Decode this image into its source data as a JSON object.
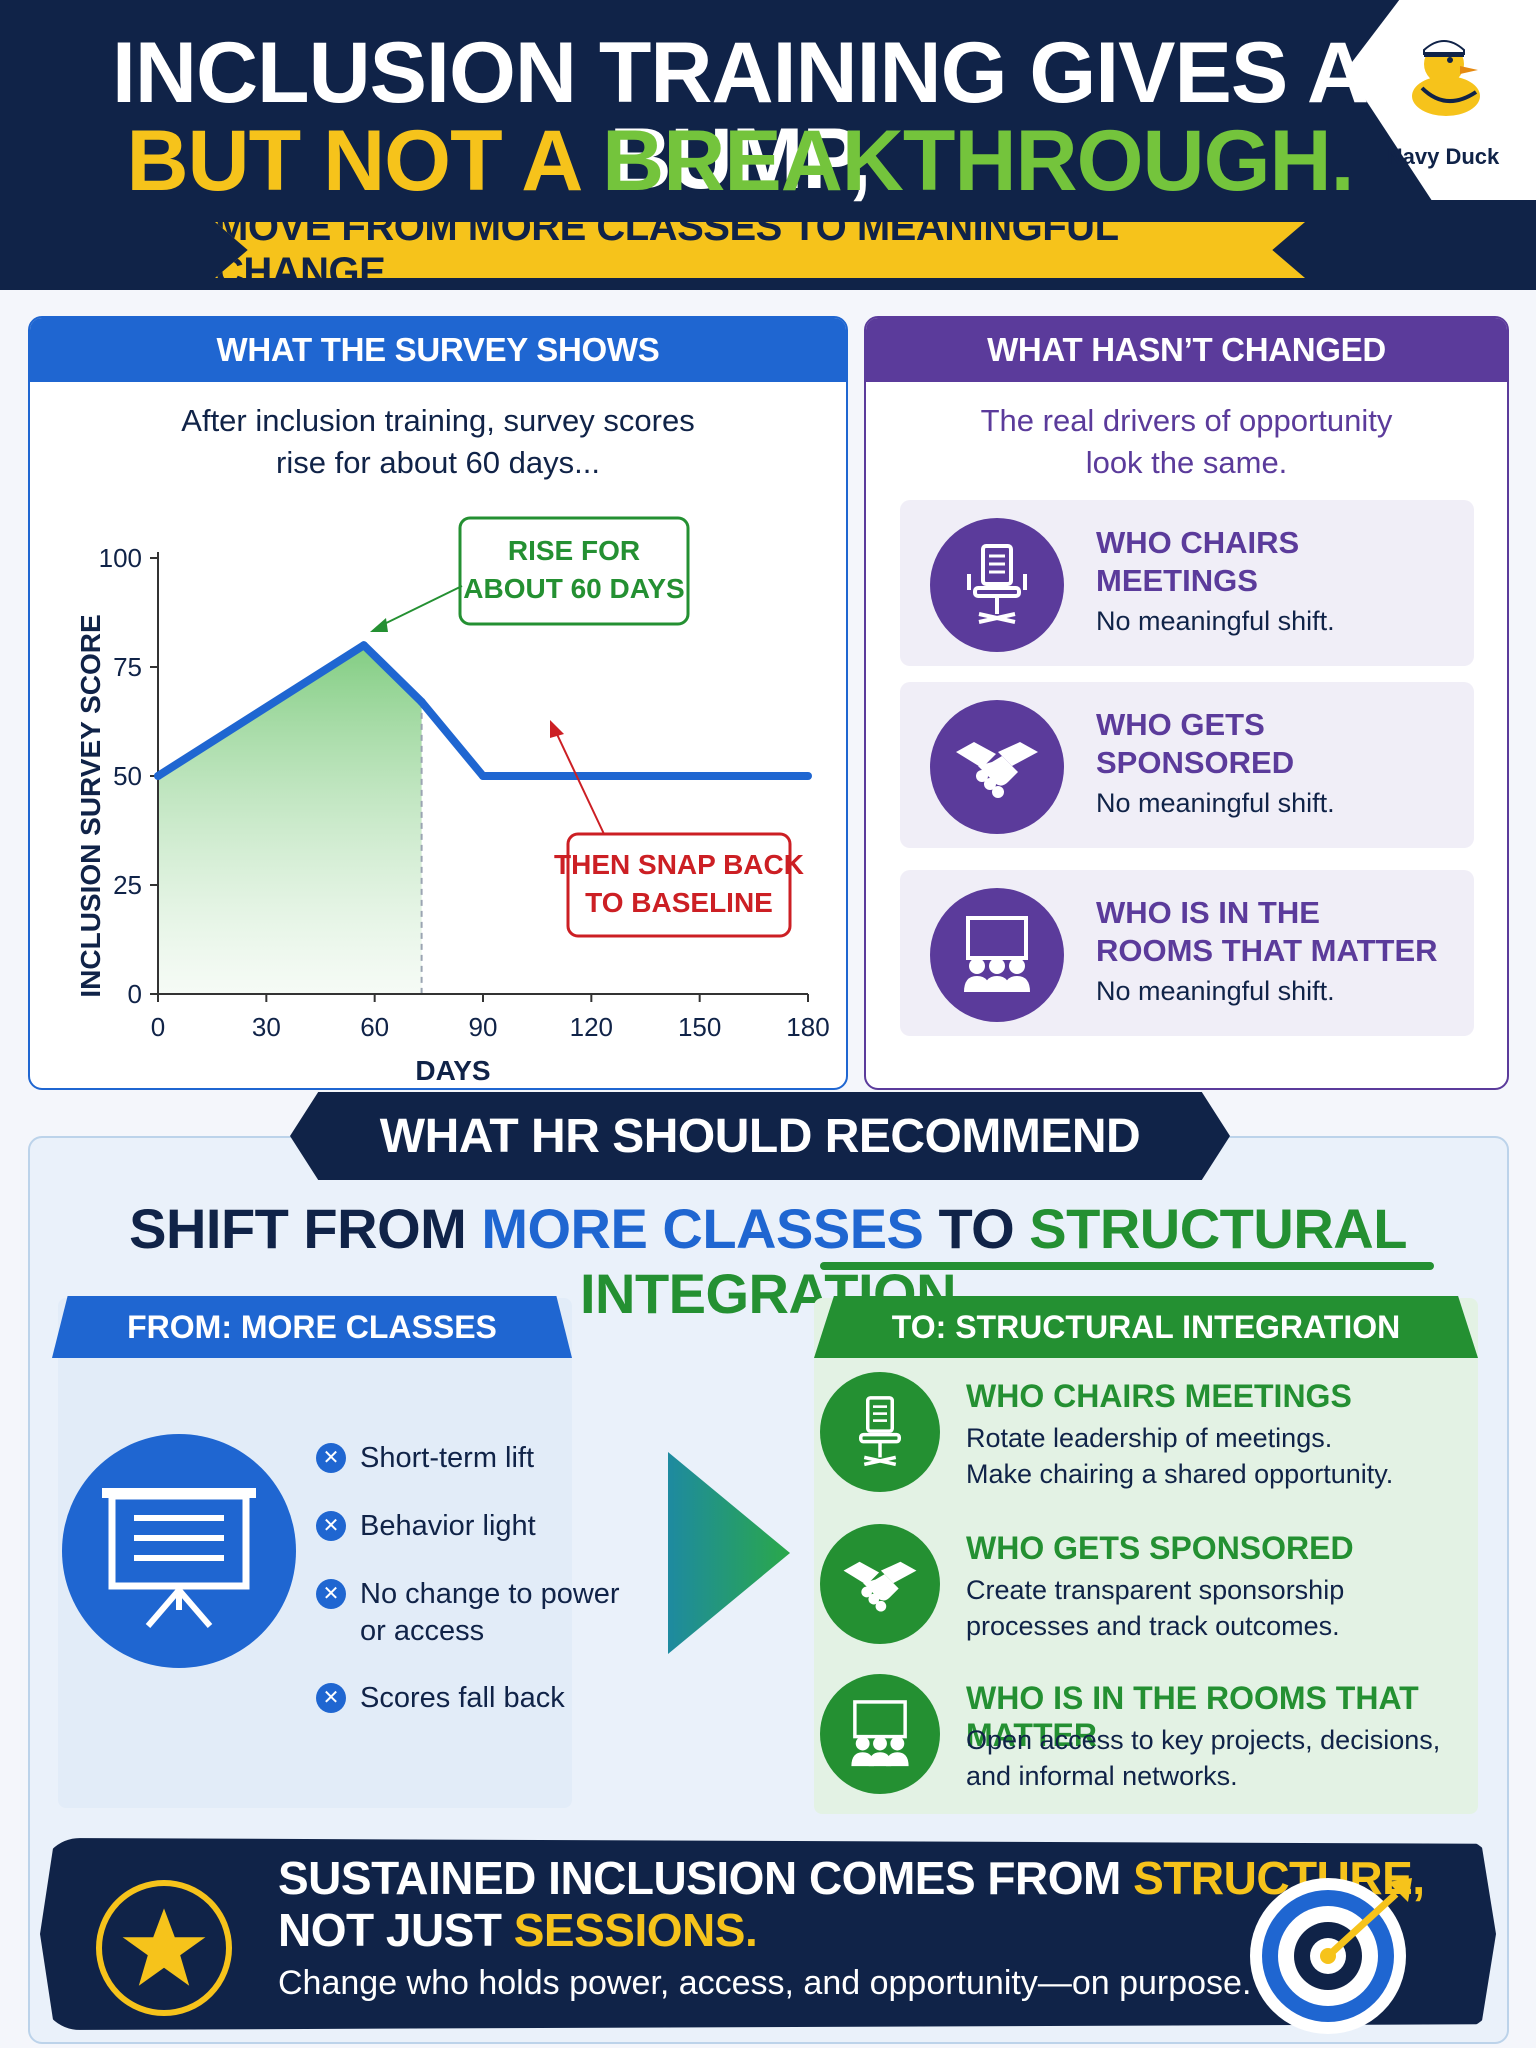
{
  "header": {
    "title_line1": "INCLUSION TRAINING GIVES A BUMP,",
    "title_line2_a": "BUT NOT A ",
    "title_line2_b": "BREAKTHROUGH.",
    "banner": "MOVE FROM MORE CLASSES TO MEANINGFUL CHANGE.",
    "logo_text": "Navy Duck"
  },
  "survey": {
    "heading": "WHAT THE SURVEY SHOWS",
    "subtitle_line1": "After inclusion training, survey scores",
    "subtitle_line2": "rise for about 60 days...",
    "callout_rise_1": "RISE FOR",
    "callout_rise_2": "ABOUT 60 DAYS",
    "callout_snap_1": "THEN SNAP BACK",
    "callout_snap_2": "TO BASELINE"
  },
  "chart_data": {
    "type": "line",
    "x": [
      0,
      57,
      73,
      90,
      180
    ],
    "y": [
      50,
      80,
      67,
      50,
      50
    ],
    "xlabel": "DAYS",
    "ylabel": "INCLUSION SURVEY SCORE",
    "xlim": [
      0,
      180
    ],
    "ylim": [
      0,
      100
    ],
    "x_ticks": [
      "0",
      "30",
      "60",
      "90",
      "120",
      "150",
      "180"
    ],
    "y_ticks": [
      "0",
      "25",
      "50",
      "75",
      "100"
    ],
    "grid": false,
    "shaded_range": [
      0,
      73
    ],
    "line_color": "#1f66d1",
    "fill_color": "#7cc97c"
  },
  "unchanged": {
    "heading": "WHAT HASN’T CHANGED",
    "subtitle_line1": "The real drivers of opportunity",
    "subtitle_line2": "look the same.",
    "items": [
      {
        "title_1": "WHO CHAIRS",
        "title_2": "MEETINGS",
        "status": "No meaningful shift.",
        "icon": "chair-icon"
      },
      {
        "title_1": "WHO GETS",
        "title_2": "SPONSORED",
        "status": "No meaningful shift.",
        "icon": "handshake-icon"
      },
      {
        "title_1": "WHO IS IN THE",
        "title_2": "ROOMS THAT MATTER",
        "status": "No meaningful shift.",
        "icon": "meeting-room-icon"
      }
    ]
  },
  "recommend": {
    "tab": "WHAT HR SHOULD RECOMMEND",
    "shift_a": "SHIFT FROM ",
    "shift_b": "MORE CLASSES",
    "shift_c": " TO ",
    "shift_d": "STRUCTURAL INTEGRATION",
    "from_heading": "FROM: MORE CLASSES",
    "from_items": [
      "Short-term lift",
      "Behavior light",
      "No change to power",
      "or access",
      "Scores fall back"
    ],
    "to_heading": "TO: STRUCTURAL INTEGRATION",
    "to_items": [
      {
        "title": "WHO CHAIRS MEETINGS",
        "desc_1": "Rotate leadership of meetings.",
        "desc_2": "Make chairing a shared opportunity.",
        "icon": "chair-icon"
      },
      {
        "title": "WHO GETS SPONSORED",
        "desc_1": "Create transparent sponsorship",
        "desc_2": "processes and track outcomes.",
        "icon": "handshake-icon"
      },
      {
        "title": "WHO IS IN THE ROOMS THAT MATTER",
        "desc_1": "Open access to key projects, decisions,",
        "desc_2": "and informal networks.",
        "icon": "meeting-room-icon"
      }
    ]
  },
  "footer": {
    "line1_a": "SUSTAINED INCLUSION COMES FROM ",
    "line1_b": "STRUCTURE,",
    "line2_a": "NOT JUST ",
    "line2_b": "SESSIONS.",
    "subtitle": "Change who holds power, access, and opportunity—on purpose."
  },
  "colors": {
    "navy": "#102348",
    "yellow": "#f6c31b",
    "blue": "#1f66d1",
    "purple": "#5b3b9b",
    "green": "#249032",
    "red": "#cc1f24"
  }
}
